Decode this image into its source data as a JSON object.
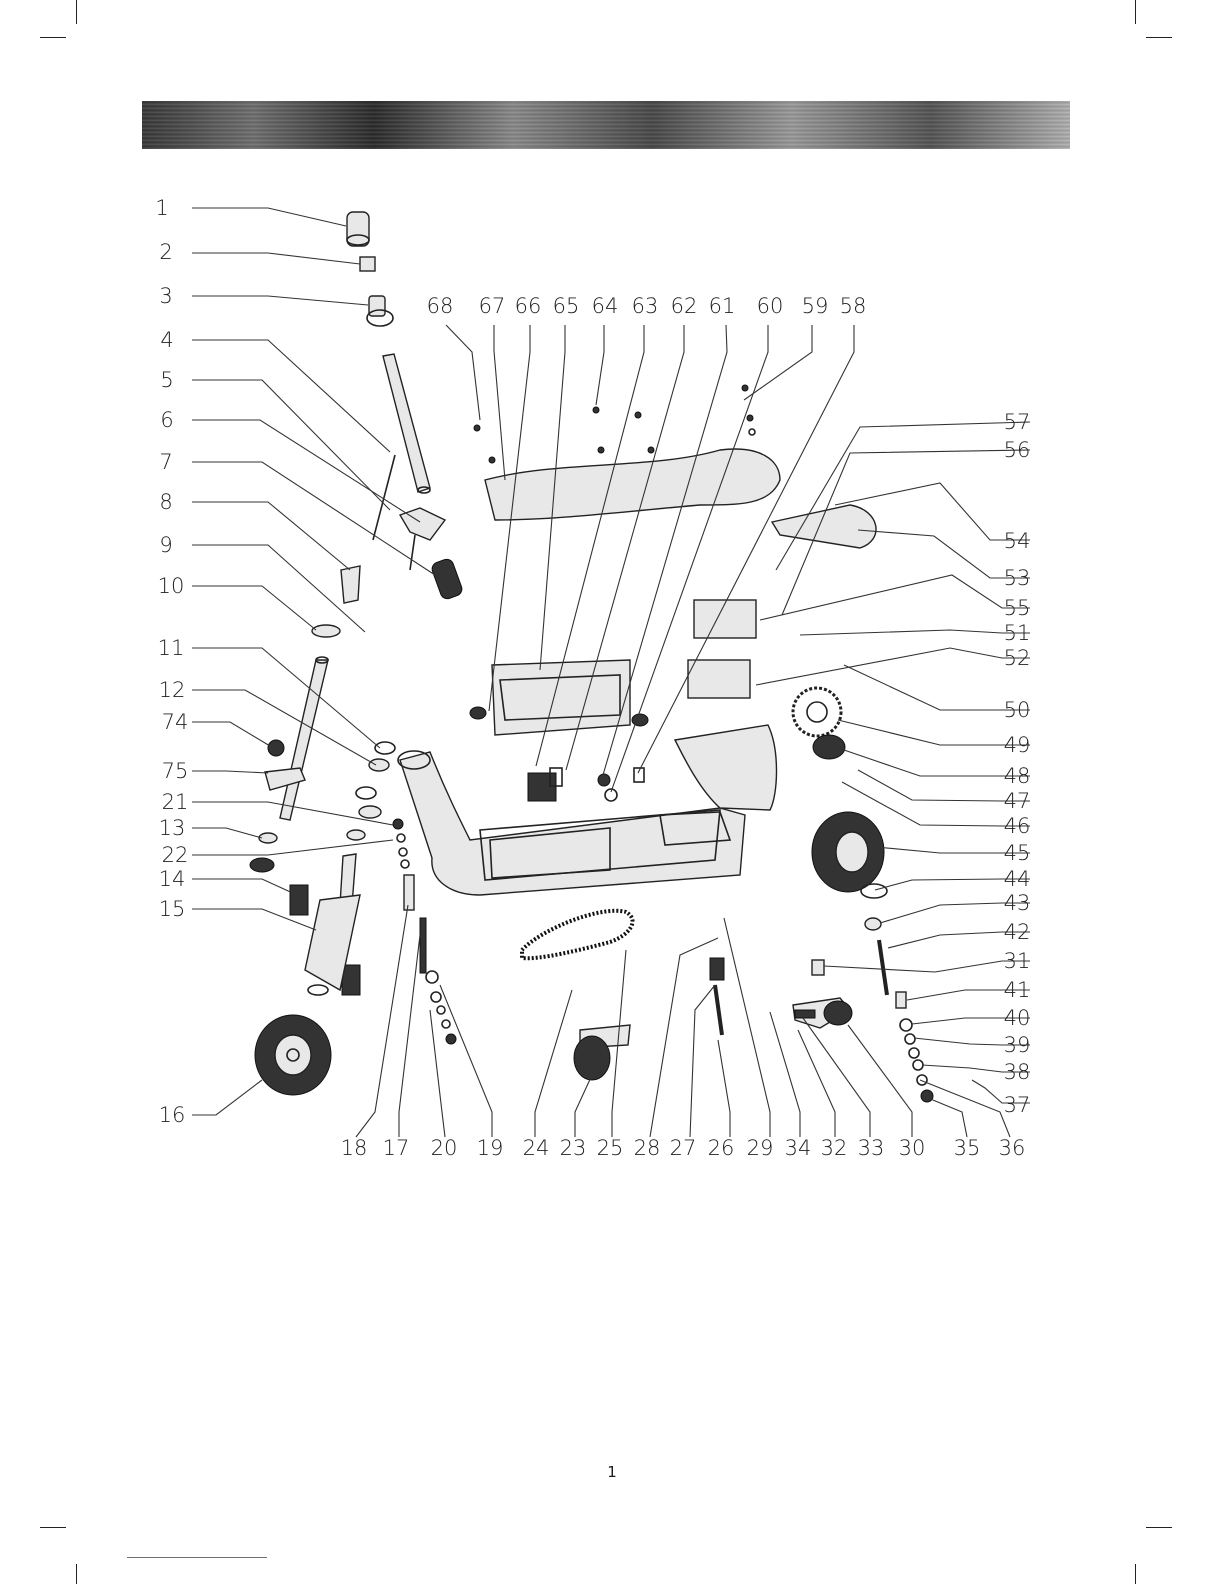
{
  "page": {
    "number": "1"
  },
  "callouts": {
    "left": [
      "1",
      "2",
      "3",
      "4",
      "5",
      "6",
      "7",
      "8",
      "9",
      "10",
      "11",
      "12",
      "74",
      "75",
      "21",
      "13",
      "22",
      "14",
      "15",
      "16"
    ],
    "top": [
      "68",
      "67",
      "66",
      "65",
      "64",
      "63",
      "62",
      "61",
      "60",
      "59",
      "58"
    ],
    "right": [
      "57",
      "56",
      "54",
      "53",
      "55",
      "51",
      "52",
      "50",
      "49",
      "48",
      "47",
      "46",
      "45",
      "44",
      "43",
      "42",
      "31",
      "41",
      "40",
      "39",
      "38",
      "37"
    ],
    "bottom": [
      "18",
      "17",
      "20",
      "19",
      "24",
      "23",
      "25",
      "28",
      "27",
      "26",
      "29",
      "34",
      "32",
      "33",
      "30",
      "35",
      "36"
    ]
  }
}
